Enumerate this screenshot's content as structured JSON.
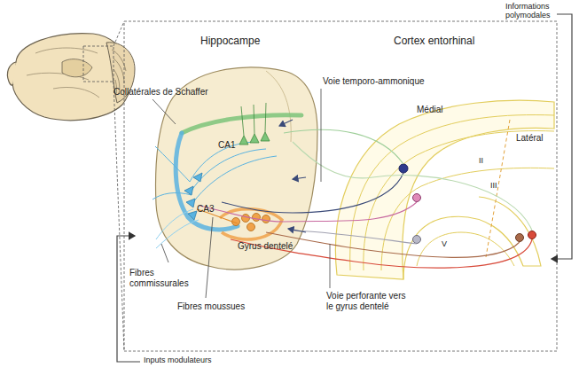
{
  "diagram": {
    "labels": [
      "Informations polymodales",
      "Hippocampe",
      "Cortex entorhinal",
      "Voie temporo-ammonique",
      "Collatérales de Schaffer",
      "Médial",
      "CA1",
      "Latéral",
      "II",
      "III",
      "CA3",
      "V",
      "Gyrus dentelé",
      "Fibres commissurales",
      "Fibres moussues",
      "Voie perforante vers le gyrus dentelé",
      "Inputs modulateurs"
    ]
  }
}
